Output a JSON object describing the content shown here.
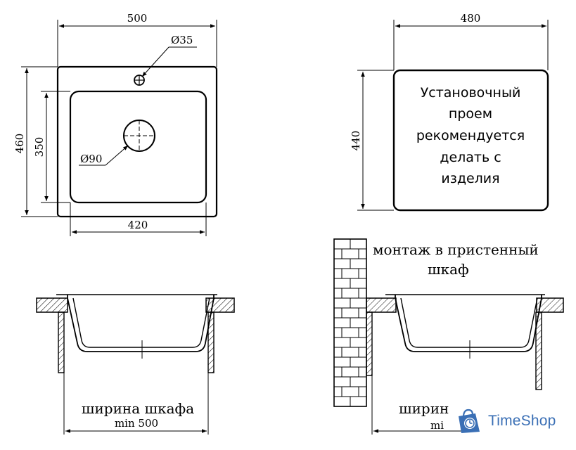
{
  "top_view": {
    "width_label": "500",
    "height_label": "460",
    "bowl_width_label": "420",
    "bowl_height_label": "350",
    "tap_hole_label": "Ø35",
    "drain_hole_label": "Ø90"
  },
  "cutout_view": {
    "width_label": "480",
    "height_label": "440",
    "note_lines": [
      "Установочный",
      "проем",
      "рекомендуется",
      "делать с",
      "изделия"
    ]
  },
  "section_left": {
    "caption": "ширина шкафа",
    "min_label": "min 500"
  },
  "section_right": {
    "title_line1": "монтаж в пристенный",
    "title_line2": "шкаф",
    "caption_partial": "ширин",
    "min_partial": "mi"
  },
  "watermark": {
    "text": "TimeShop",
    "color": "#3a6fb5"
  }
}
